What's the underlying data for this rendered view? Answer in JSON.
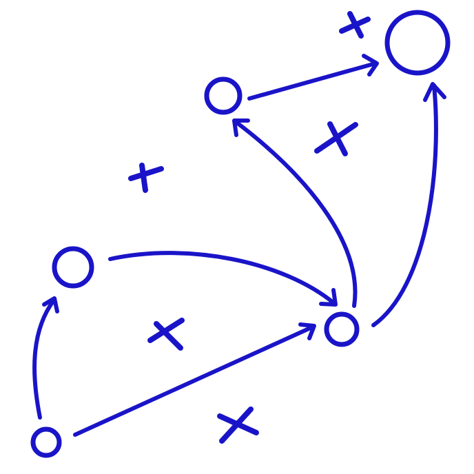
{
  "diagram": {
    "ink_color": "#1a14c8",
    "background_color": "#ffffff",
    "nodes": [
      {
        "id": "start",
        "shape": "circle"
      },
      {
        "id": "left",
        "shape": "circle"
      },
      {
        "id": "middle-right",
        "shape": "circle"
      },
      {
        "id": "upper",
        "shape": "circle"
      },
      {
        "id": "goal",
        "shape": "circle",
        "size": "large"
      }
    ],
    "edges": [
      {
        "id": "start-to-left",
        "from": "start",
        "to": "left"
      },
      {
        "id": "start-to-middle-right",
        "from": "start",
        "to": "middle-right"
      },
      {
        "id": "left-to-middle-right",
        "from": "left",
        "to": "middle-right"
      },
      {
        "id": "middle-right-to-upper",
        "from": "middle-right",
        "to": "upper"
      },
      {
        "id": "upper-to-goal",
        "from": "upper",
        "to": "goal"
      },
      {
        "id": "middle-right-to-goal",
        "from": "middle-right",
        "to": "goal"
      }
    ],
    "cross_marks": [
      {
        "id": "cross-1",
        "icon": "cross-icon"
      },
      {
        "id": "cross-2",
        "icon": "cross-icon"
      },
      {
        "id": "cross-3",
        "icon": "cross-icon"
      },
      {
        "id": "cross-4",
        "icon": "cross-icon"
      },
      {
        "id": "cross-5",
        "icon": "cross-icon"
      },
      {
        "id": "cross-6",
        "icon": "cross-icon"
      }
    ]
  }
}
